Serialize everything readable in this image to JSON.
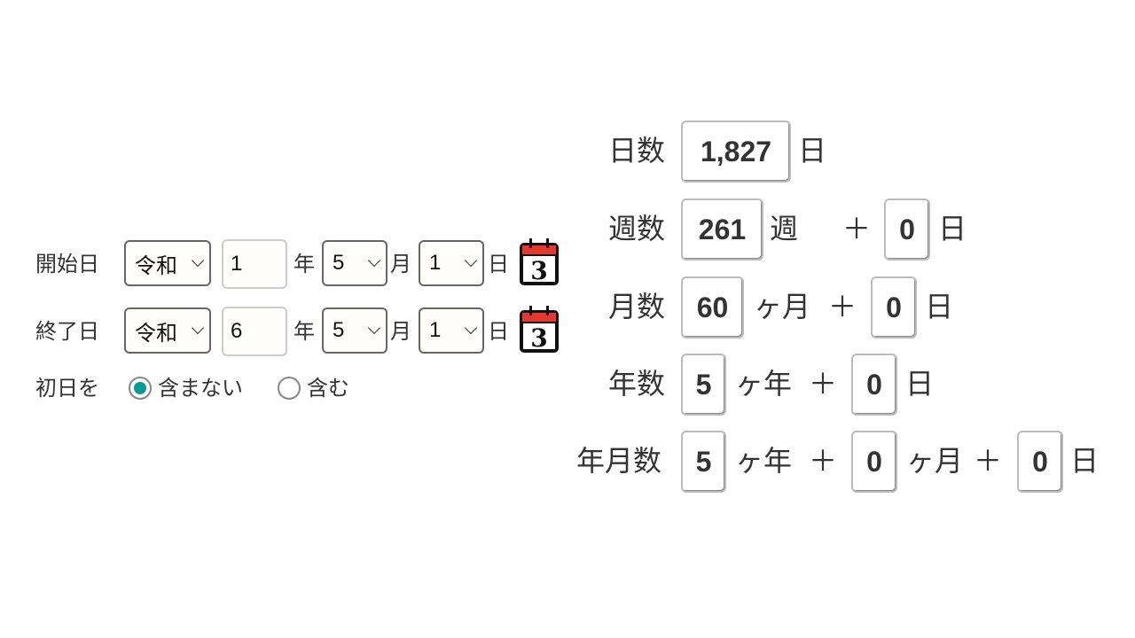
{
  "form": {
    "start": {
      "label": "開始日",
      "era": "令和",
      "year": "1",
      "year_unit": "年",
      "month": "5",
      "month_unit": "月",
      "day": "1",
      "day_unit": "日"
    },
    "end": {
      "label": "終了日",
      "era": "令和",
      "year": "6",
      "year_unit": "年",
      "month": "5",
      "month_unit": "月",
      "day": "1",
      "day_unit": "日"
    },
    "first_day": {
      "label": "初日を",
      "options": [
        "含まない",
        "含む"
      ],
      "selected": "含まない"
    },
    "calendar_icon_text": "3"
  },
  "results": {
    "days": {
      "label": "日数",
      "value": "1,827",
      "unit": "日"
    },
    "weeks": {
      "label": "週数",
      "value": "261",
      "unit": "週",
      "plus": "＋",
      "rem": "0",
      "rem_unit": "日"
    },
    "months": {
      "label": "月数",
      "value": "60",
      "unit": "ヶ月",
      "plus": "＋",
      "rem": "0",
      "rem_unit": "日"
    },
    "years": {
      "label": "年数",
      "value": "5",
      "unit": "ヶ年",
      "plus": "＋",
      "rem": "0",
      "rem_unit": "日"
    },
    "ymd": {
      "label": "年月数",
      "years": "5",
      "years_unit": "ヶ年",
      "plus1": "＋",
      "months": "0",
      "months_unit": "ヶ月",
      "plus2": "＋",
      "days": "0",
      "days_unit": "日"
    }
  }
}
